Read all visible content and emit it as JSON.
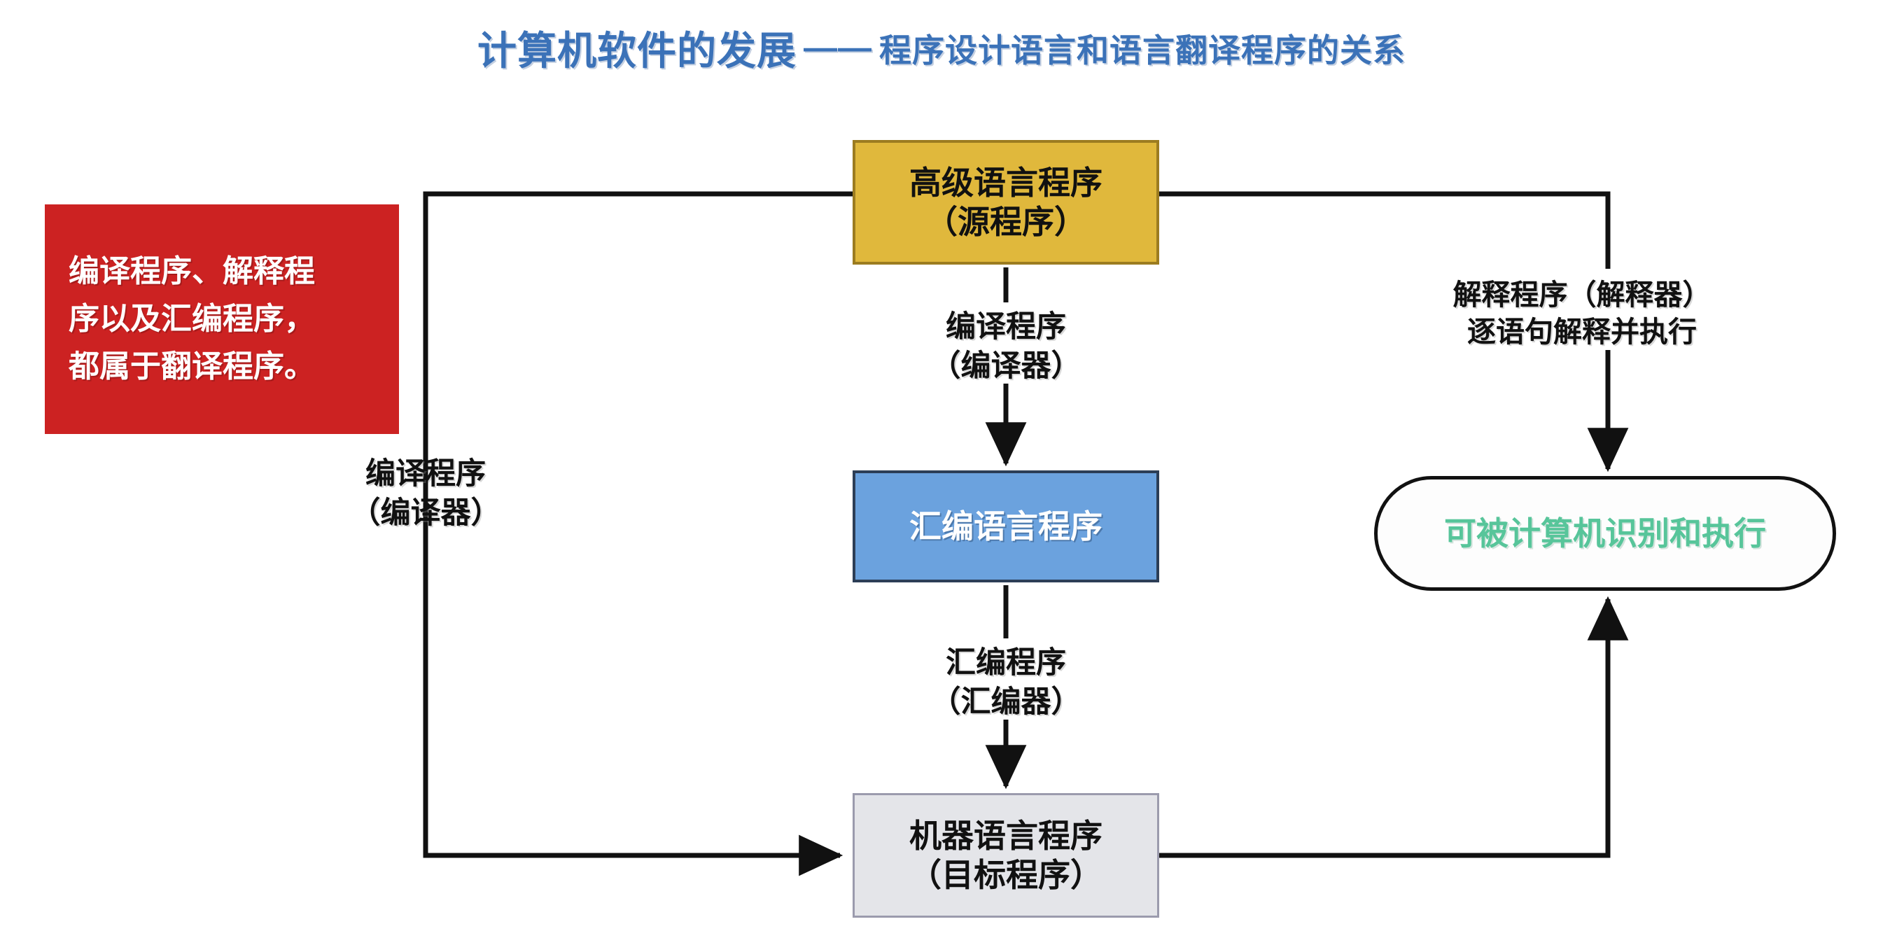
{
  "title": {
    "main": "计算机软件的发展",
    "dash": "——",
    "sub": "程序设计语言和语言翻译程序的关系",
    "color": "#3b72b8"
  },
  "callout": {
    "name": "translation-programs-note",
    "line1": "编译程序、解释程",
    "line2": "序以及汇编程序，",
    "line3": "都属于翻译程序。",
    "background": "#cc2222",
    "text_color": "#ffffff"
  },
  "nodes": {
    "source_program": {
      "line1": "高级语言程序",
      "line2": "（源程序）",
      "background": "#e0b83c",
      "border": "#9c7c20",
      "text_color": "#111111"
    },
    "assembly_program": {
      "line1": "汇编语言程序",
      "background": "#6ba2de",
      "border": "#2c3e56",
      "text_color": "#ffffff"
    },
    "machine_program": {
      "line1": "机器语言程序",
      "line2": "（目标程序）",
      "background": "#e4e5e9",
      "border": "#9b9bad",
      "text_color": "#111111"
    },
    "executable": {
      "line1": "可被计算机识别和执行",
      "background": "#fdfdfd",
      "border": "#111111",
      "text_color": "#57c59a"
    }
  },
  "edge_labels": {
    "compiler_mid": {
      "line1": "编译程序",
      "line2": "（编译器）"
    },
    "assembler": {
      "line1": "汇编程序",
      "line2": "（汇编器）"
    },
    "compiler_left": {
      "line1": "编译程序",
      "line2": "（编译器）"
    },
    "interpreter": {
      "line1": "解释程序（解释器）",
      "line2": "逐语句解释并执行"
    }
  },
  "connectors": {
    "stroke": "#111111",
    "edges": [
      "source-left-to-machine-left",
      "source-top-to-assembly",
      "assembly-to-machine",
      "source-right-to-executable-top",
      "machine-right-to-executable-bottom"
    ]
  }
}
